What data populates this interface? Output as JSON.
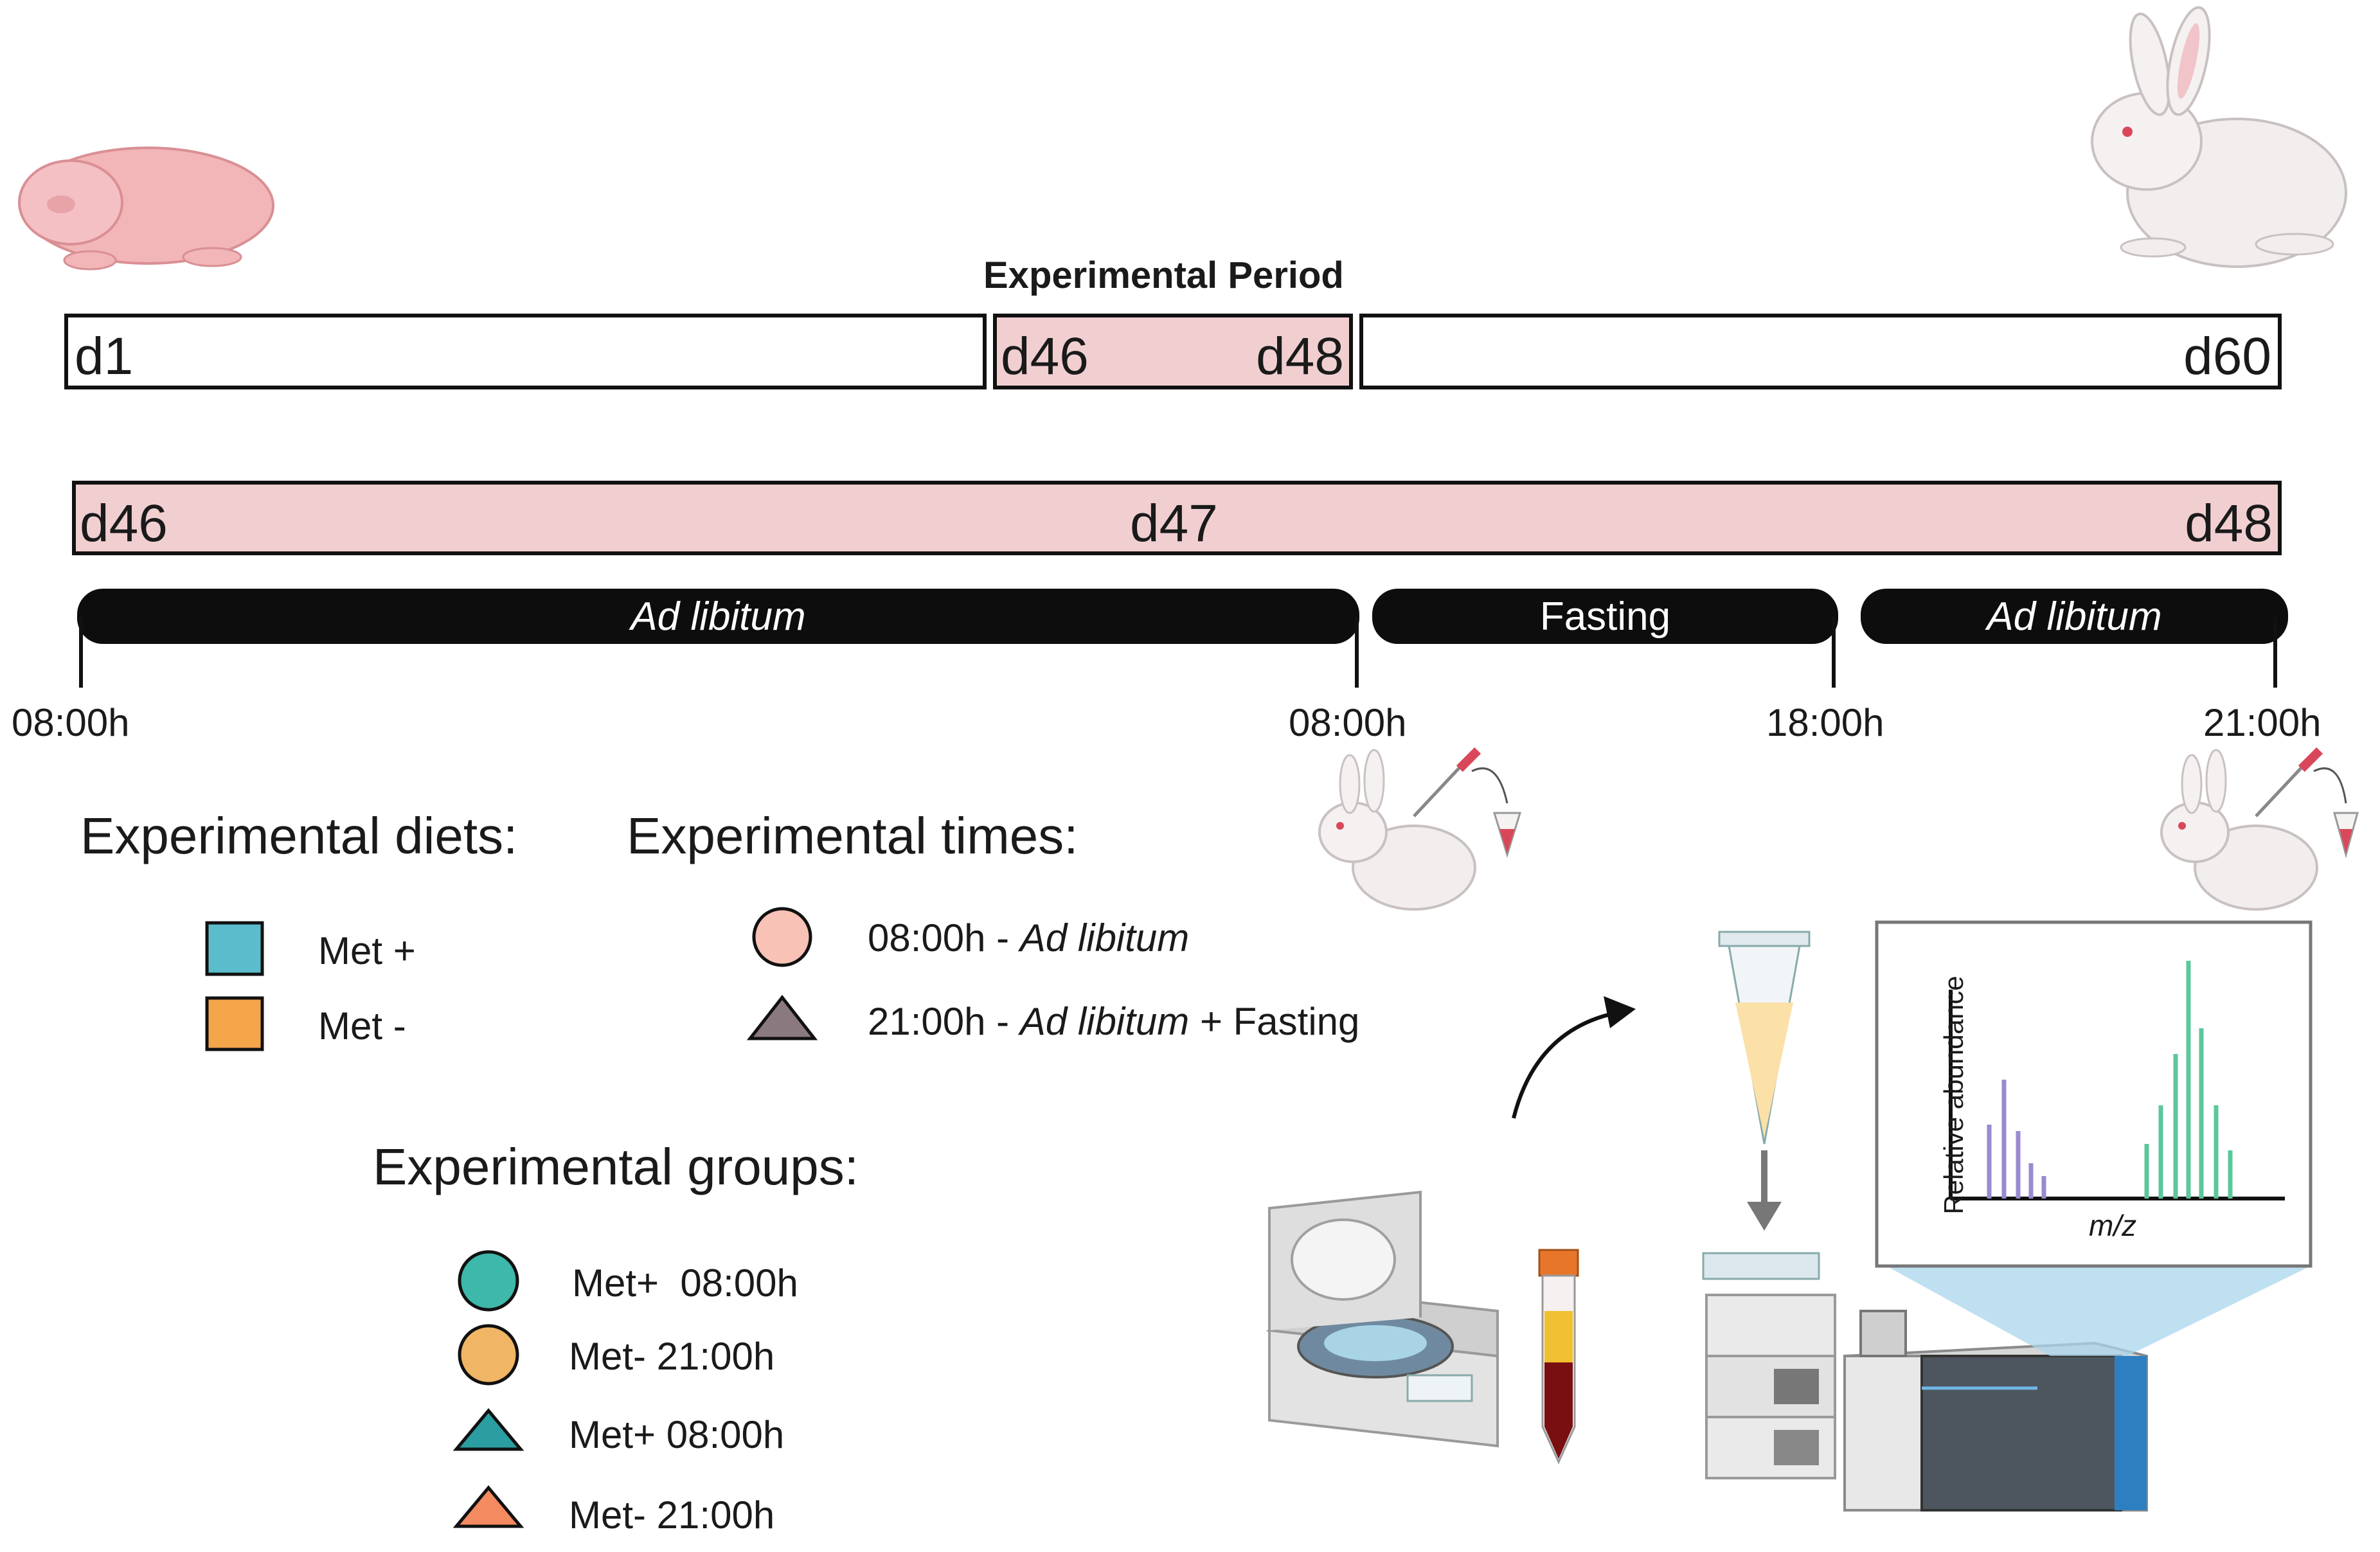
{
  "period_title": "Experimental Period",
  "top_timeline": {
    "segment1_start": "d1",
    "segment2_start": "d46",
    "segment2_end": "d48",
    "segment3_end": "d60"
  },
  "detail_timeline": {
    "start": "d46",
    "mid": "d47",
    "end": "d48"
  },
  "phases": [
    {
      "label": "Ad libitum"
    },
    {
      "label": "Fasting"
    },
    {
      "label": "Ad libitum"
    }
  ],
  "times": [
    "08:00h",
    "08:00h",
    "18:00h",
    "21:00h"
  ],
  "diets": {
    "heading": "Experimental diets:",
    "items": [
      {
        "label": "Met +",
        "color": "#5bbccc"
      },
      {
        "label": "Met -",
        "color": "#f5a54a"
      }
    ]
  },
  "exp_times": {
    "heading": "Experimental times:",
    "items": [
      {
        "prefix": "08:00h - ",
        "italic": "Ad libitum",
        "suffix": "",
        "shape": "circle",
        "color": "#f8c2b6"
      },
      {
        "prefix": "21:00h - ",
        "italic": "Ad libitum",
        "suffix": " + Fasting",
        "shape": "triangle",
        "color": "#8a7a80"
      }
    ]
  },
  "groups": {
    "heading": "Experimental groups:",
    "items": [
      {
        "label": "Met+  08:00h",
        "shape": "circle",
        "color": "#3db8aa"
      },
      {
        "label": "Met- 21:00h",
        "shape": "circle",
        "color": "#f0b565"
      },
      {
        "label": "Met+ 08:00h",
        "shape": "triangle",
        "color": "#2a9ea0"
      },
      {
        "label": "Met- 21:00h",
        "shape": "triangle",
        "color": "#f48a60"
      }
    ]
  },
  "ms_plot": {
    "ylabel": "Relative abundance",
    "xlabel": "m/z"
  },
  "colors": {
    "pink": "#f1cfd1",
    "black": "#0d0d0d",
    "peak_purple": "#9a8ad0",
    "peak_green": "#5cc79a"
  }
}
